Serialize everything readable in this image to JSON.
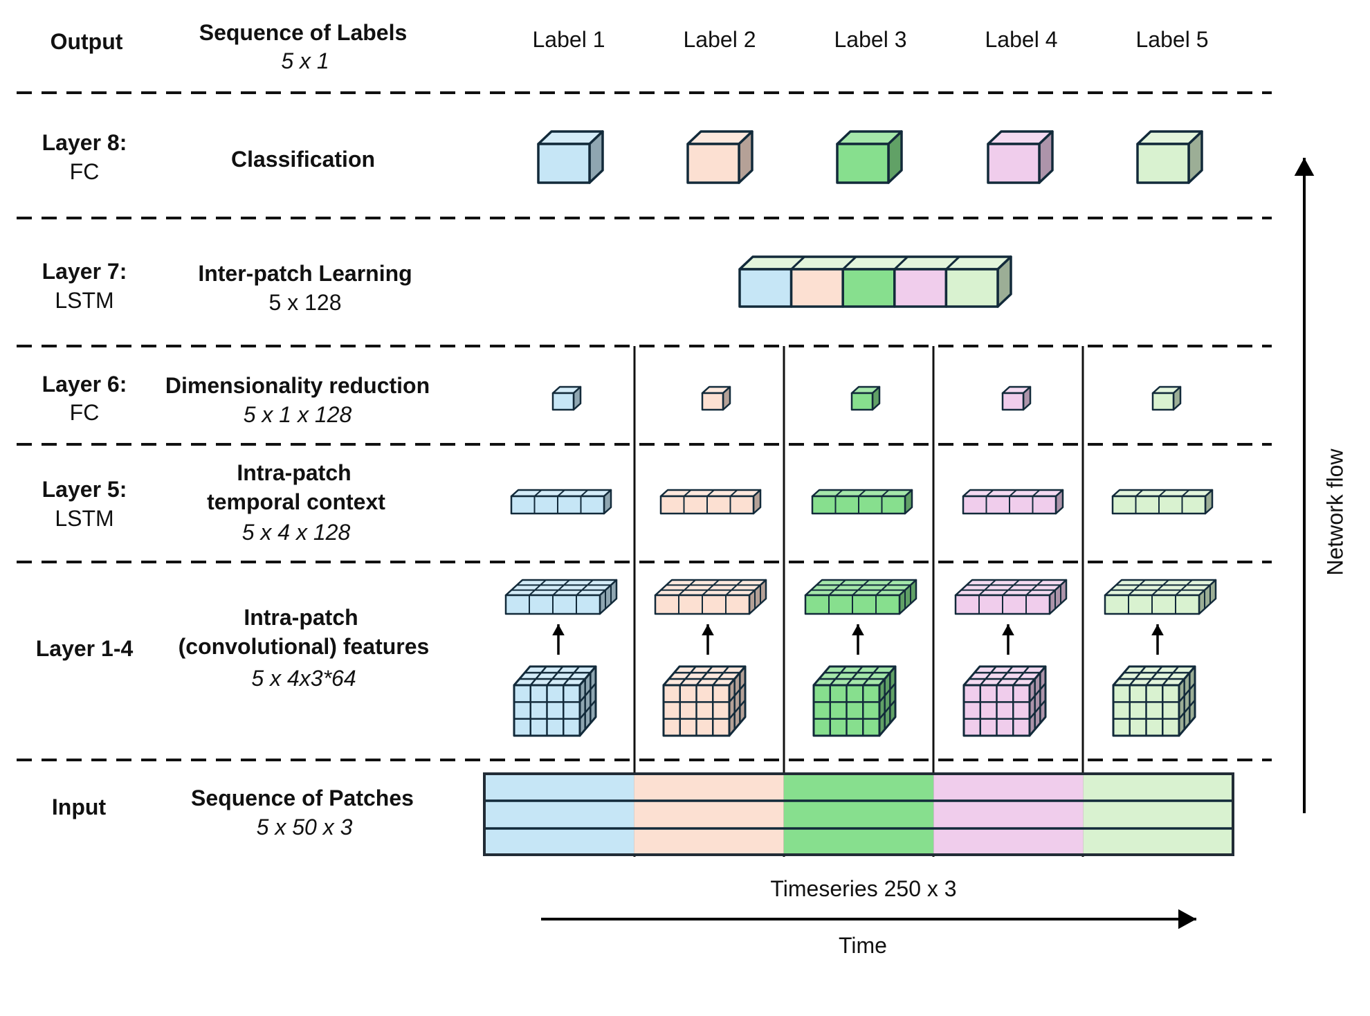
{
  "colors": {
    "patch": [
      "#c6e6f6",
      "#fce0d2",
      "#87df8e",
      "#f0cdec",
      "#d9f2d0"
    ],
    "outline": "#122a3a",
    "divider": "#111111"
  },
  "rows": {
    "output": {
      "layer": "Output",
      "title": "Sequence of Labels",
      "dim": "5 x 1"
    },
    "layer8": {
      "layer": "Layer 8:",
      "type": "FC",
      "title": "Classification"
    },
    "layer7": {
      "layer": "Layer 7:",
      "type": "LSTM",
      "title": "Inter-patch Learning",
      "dim": "5  x 128"
    },
    "layer6": {
      "layer": "Layer 6:",
      "type": "FC",
      "title": "Dimensionality reduction",
      "dim": "5 x 1 x 128"
    },
    "layer5": {
      "layer": "Layer 5:",
      "type": "LSTM",
      "title_line1": "Intra-patch",
      "title_line2": "temporal context",
      "dim": "5 x 4 x 128"
    },
    "layer1_4": {
      "layer": "Layer 1-4",
      "title_line1": "Intra-patch",
      "title_line2": "(convolutional) features",
      "dim": "5 x 4x3*64"
    },
    "input": {
      "layer": "Input",
      "title": "Sequence of Patches",
      "dim": "5 x 50 x 3"
    }
  },
  "labels": [
    "Label 1",
    "Label 2",
    "Label 3",
    "Label 4",
    "Label 5"
  ],
  "timeseries_label": "Timeseries 250 x 3",
  "time_label": "Time",
  "network_flow_label": "Network flow"
}
